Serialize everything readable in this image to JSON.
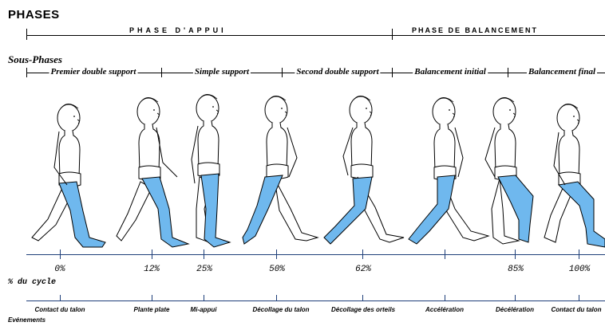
{
  "phases": {
    "title": "PHASES",
    "stance": "PHASE D'APPUI",
    "swing": "PHASE DE BALANCEMENT"
  },
  "sub_phases": {
    "title": "Sous-Phases",
    "items": [
      {
        "label": "Premier double support"
      },
      {
        "label": "Simple support"
      },
      {
        "label": "Second double support"
      },
      {
        "label": "Balancement initial"
      },
      {
        "label": "Balancement final"
      }
    ]
  },
  "cycle": {
    "label": "% du cycle",
    "percentages": [
      "0%",
      "12%",
      "25%",
      "50%",
      "62%",
      "85%",
      "100%"
    ]
  },
  "events": {
    "label": "Evénements",
    "items": [
      "Contact du talon",
      "Plante plate",
      "Mi-appui",
      "Décollage du talon",
      "Décollage des orteils",
      "Accélération",
      "Décélération",
      "Contact du talon"
    ]
  },
  "colors": {
    "leg_highlight": "#6fb8ee",
    "line": "#000000",
    "axis": "#1f3f7a"
  },
  "figures": [
    {
      "name": "figure-initial-contact"
    },
    {
      "name": "figure-foot-flat"
    },
    {
      "name": "figure-mid-stance"
    },
    {
      "name": "figure-heel-off"
    },
    {
      "name": "figure-toe-off"
    },
    {
      "name": "figure-acceleration"
    },
    {
      "name": "figure-deceleration"
    },
    {
      "name": "figure-final-contact"
    }
  ]
}
